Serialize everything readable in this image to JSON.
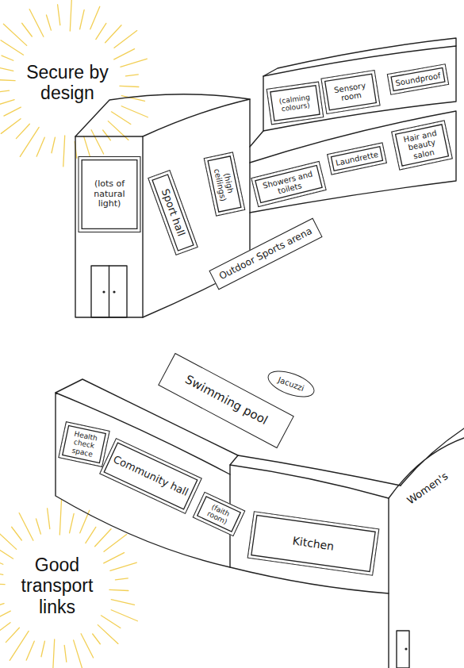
{
  "diagram": {
    "nodes": [
      {
        "text": [
          "(lots of natural light)"
        ]
      },
      {
        "text": [
          "Sport hall"
        ]
      },
      {
        "text": [
          "(high ceilings)"
        ]
      },
      {
        "text": [
          "(calming colours)"
        ]
      },
      {
        "text": [
          "Sensory room"
        ]
      },
      {
        "text": [
          "Soundproof"
        ]
      },
      {
        "text": [
          "Showers and toilets"
        ]
      },
      {
        "text": [
          "Laundrette"
        ]
      },
      {
        "text": [
          "Hair and beauty salon"
        ]
      },
      {
        "text": [
          "Outdoor Sports arena"
        ]
      },
      {
        "text": [
          "Swimming pool"
        ]
      },
      {
        "text": [
          "Jacuzzi"
        ]
      },
      {
        "text": [
          "Health check space"
        ]
      },
      {
        "text": [
          "Community hall"
        ]
      },
      {
        "text": [
          "(faith room)"
        ]
      },
      {
        "text": [
          "Kitchen"
        ]
      }
    ],
    "labels": [
      "Secure by design",
      "Good transport links",
      "Women's"
    ]
  }
}
